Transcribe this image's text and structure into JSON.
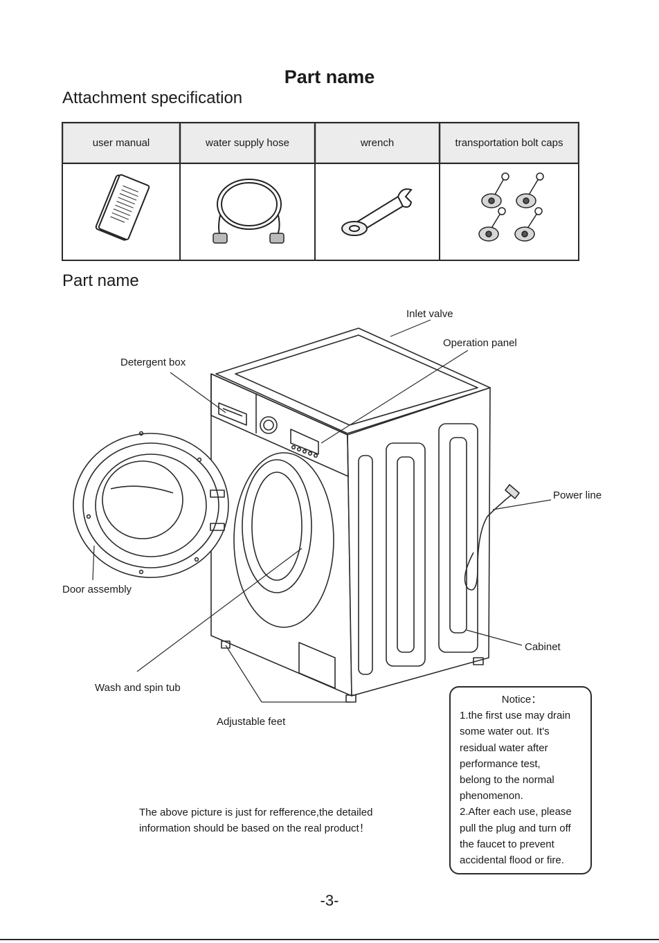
{
  "page_title": "Part name",
  "attachment": {
    "heading": "Attachment specification",
    "items": [
      {
        "label": "user manual",
        "icon": "user-manual-icon"
      },
      {
        "label": "water supply hose",
        "icon": "water-supply-hose-icon"
      },
      {
        "label": "wrench",
        "icon": "wrench-icon"
      },
      {
        "label": "transportation bolt caps",
        "icon": "transportation-bolt-caps-icon"
      }
    ]
  },
  "part_name": {
    "heading": "Part name",
    "labels": {
      "inlet_valve": "Inlet valve",
      "operation_panel": "Operation panel",
      "detergent_box": "Detergent box",
      "power_line": "Power line",
      "door_assembly": "Door assembly",
      "cabinet": "Cabinet",
      "wash_spin_tub": "Wash and spin tub",
      "adjustable_feet": "Adjustable feet"
    }
  },
  "notice": {
    "title": "Notice：",
    "lines": [
      "1.the first use may drain",
      "some water out. It's",
      "residual water after",
      "performance test,",
      "belong to the normal",
      "phenomenon.",
      "2.After each use, please",
      "pull the plug and turn off",
      "the faucet to prevent",
      "accidental flood or fire."
    ]
  },
  "disclaimer": {
    "line1": "The above picture is just for refference,the detailed",
    "line2": "information should be based on the real product！"
  },
  "page_number": "-3-"
}
